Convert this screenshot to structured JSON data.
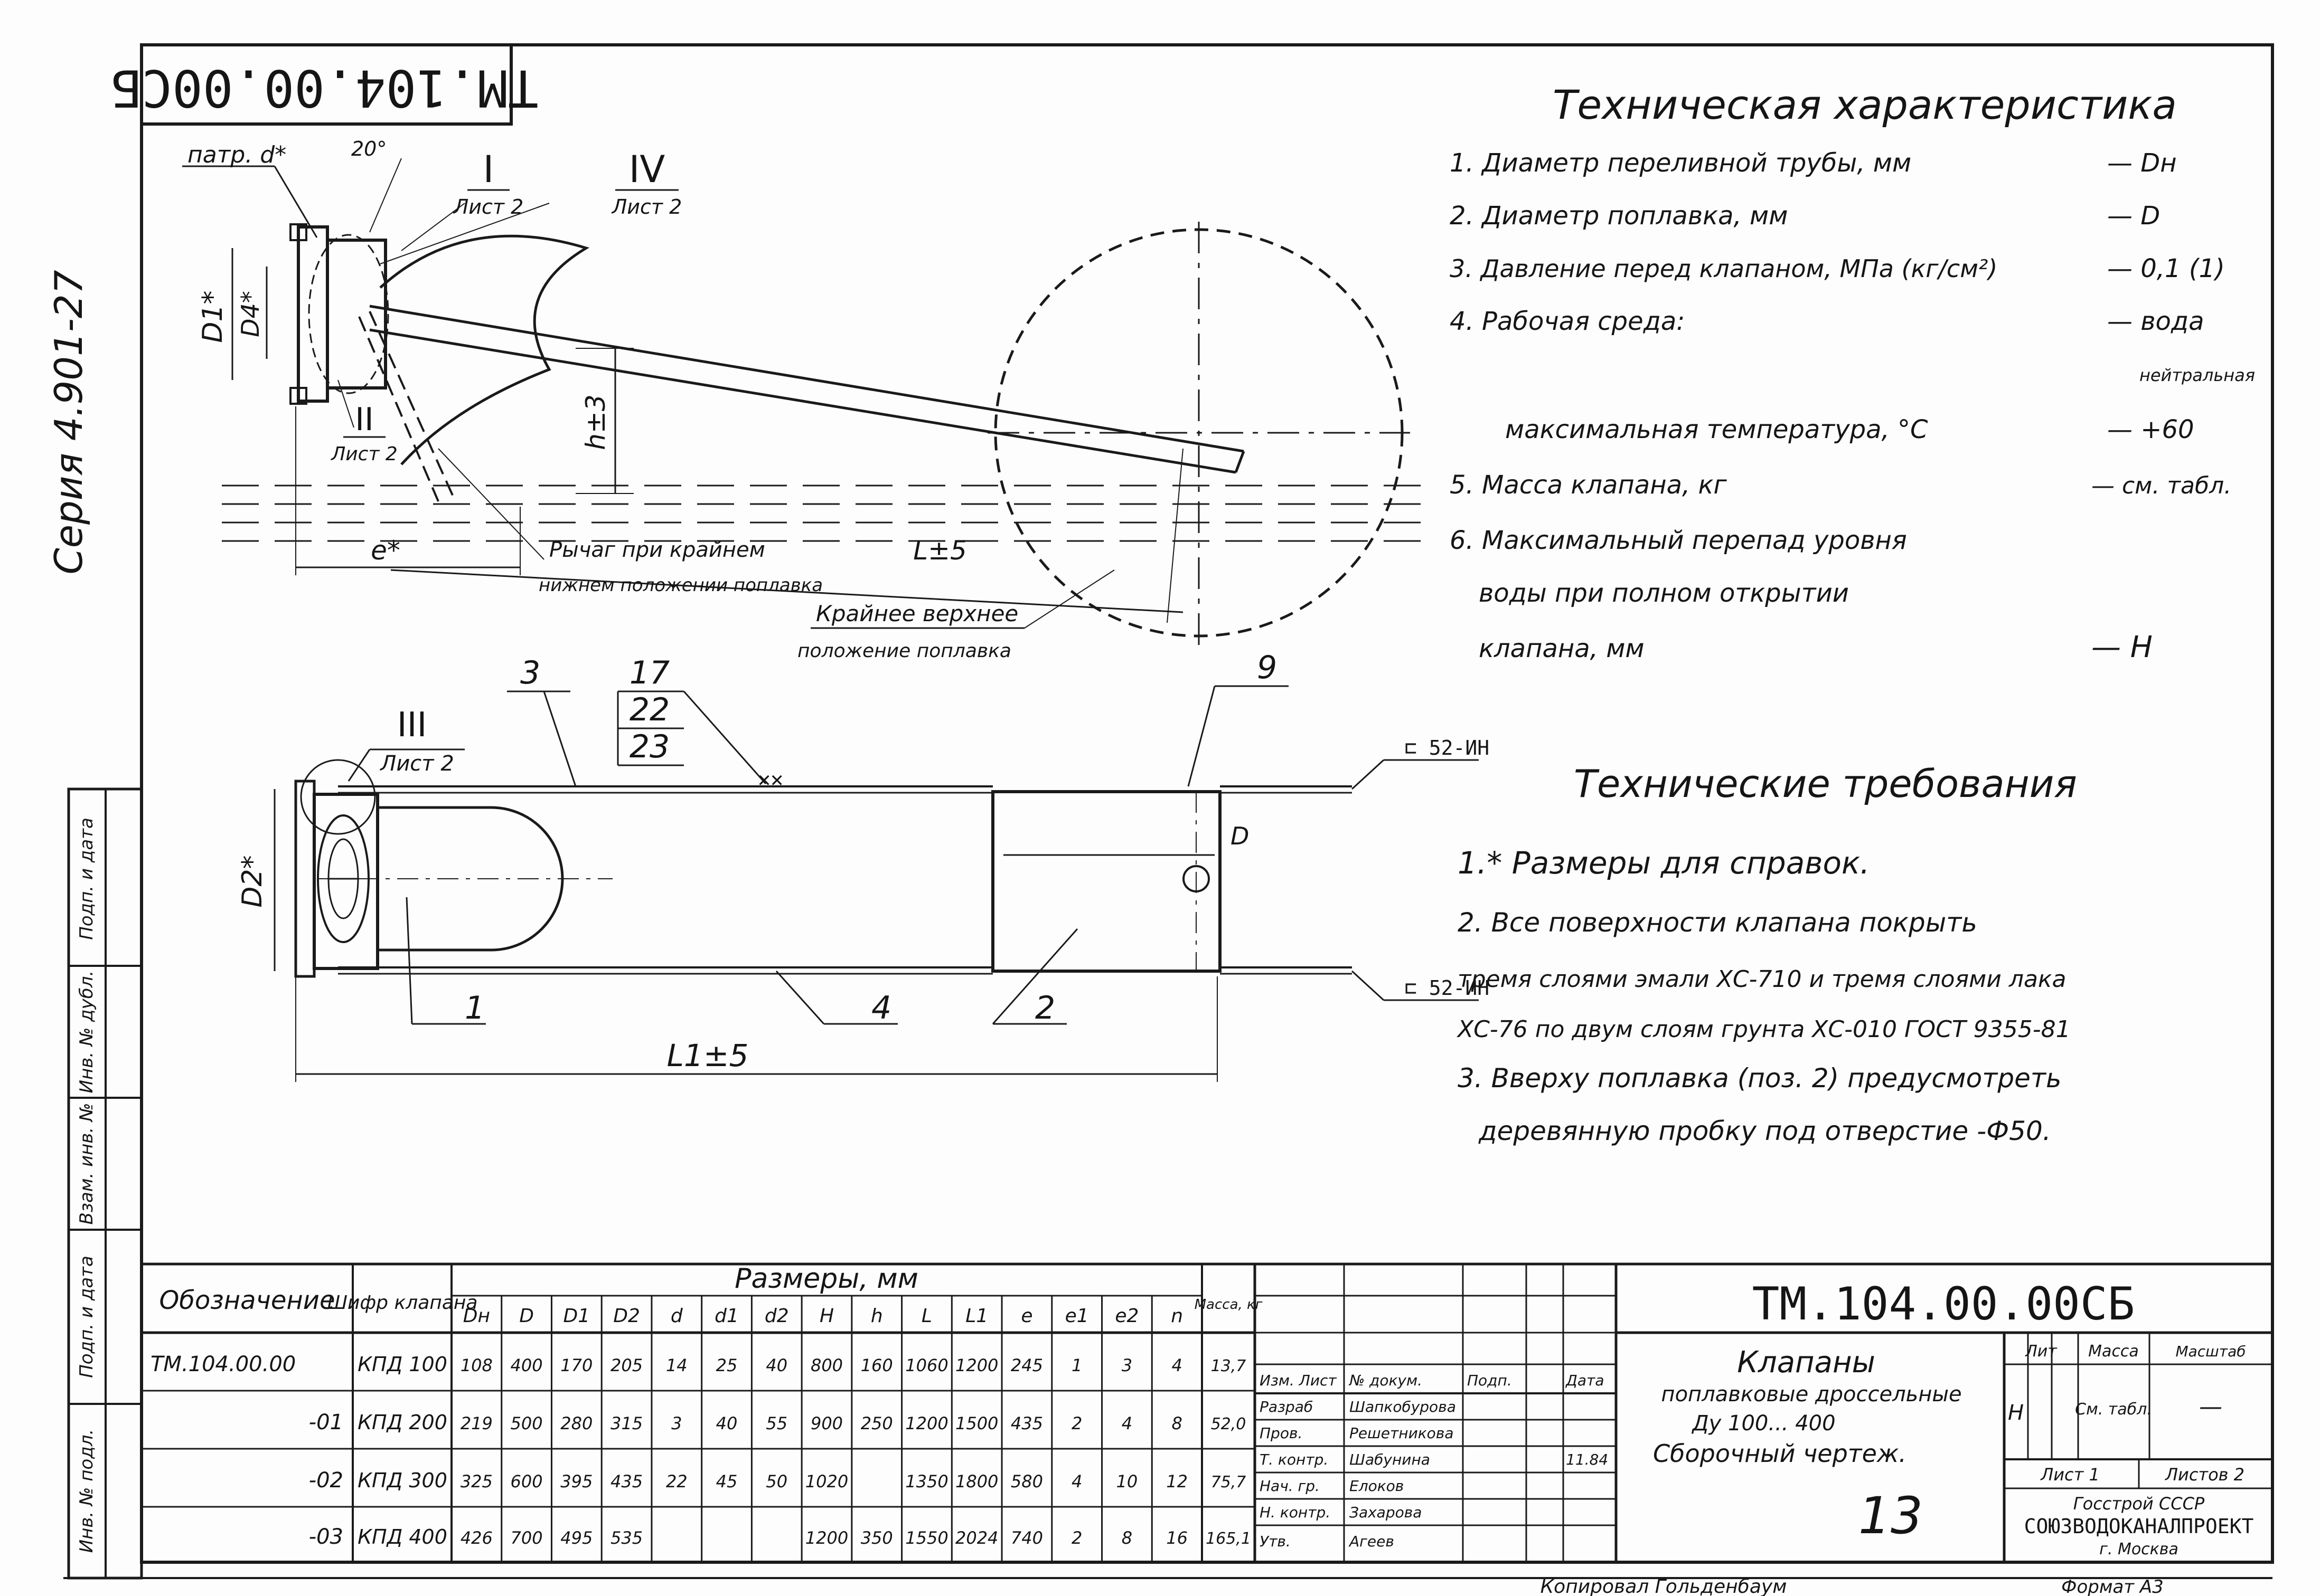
{
  "stamp_code": "ТМ.104.00.00СБ",
  "series_label": "Серия 4.901-27",
  "side_labels": [
    "Подп. и дата",
    "Инв. № дубл.",
    "Взам. инв. №",
    "Подп. и дата",
    "Инв. № подл."
  ],
  "drawing": {
    "top_labels": [
      "патр. d*",
      "20°",
      "I",
      "Лист 2",
      "IV",
      "Лист 2",
      "II",
      "Лист 2",
      "D1*",
      "D4*",
      "h±3",
      "e*",
      "L±5"
    ],
    "lever_label": "Рычаг при крайнем",
    "lever_label_2": "нижнем положении поплавка",
    "upper_label": "Крайнее верхнее",
    "upper_label_2": "положение поплавка",
    "bottom_labels": [
      "3",
      "17",
      "22",
      "23",
      "9",
      "III",
      "Лист 2",
      "D2*",
      "D",
      "1",
      "4",
      "2",
      "L1±5"
    ],
    "weld_labels": [
      "⊏ 52-ИН",
      "⊏ 52-ИН"
    ]
  },
  "tech_char": {
    "title": "Техническая характеристика",
    "items": [
      {
        "label": "1. Диаметр переливной трубы, мм",
        "value": "— Dн"
      },
      {
        "label": "2. Диаметр поплавка, мм",
        "value": "— D"
      },
      {
        "label": "3. Давление перед клапаном, МПа (кг/см²)",
        "value": "— 0,1 (1)"
      },
      {
        "label": "4. Рабочая среда:",
        "value": "— вода"
      },
      {
        "label": "",
        "value": "нейтральная"
      },
      {
        "label": "максимальная температура, °С",
        "value": "— +60"
      },
      {
        "label": "5. Масса клапана, кг",
        "value": "— см. табл."
      },
      {
        "label": "6. Максимальный перепад уровня",
        "value": ""
      },
      {
        "label": "воды при полном открытии",
        "value": ""
      },
      {
        "label": "клапана, мм",
        "value": "— H"
      }
    ]
  },
  "tech_req": {
    "title": "Технические требования",
    "items": [
      "1.* Размеры для справок.",
      "2.  Все поверхности клапана покрыть",
      "тремя слоями эмали ХС-710 и тремя слоями лака",
      "ХС-76 по двум слоям грунта ХС-010 ГОСТ 9355-81",
      "3. Вверху поплавка (поз. 2) предусмотреть",
      "деревянную пробку под отверстие -Ф50."
    ]
  },
  "table": {
    "col_designation": "Обозначение",
    "col_code": "Шифр клапана",
    "col_dims": "Размеры, мм",
    "col_mass": "Масса, кг",
    "sub_headers": [
      "Dн",
      "D",
      "D1",
      "D2",
      "d",
      "d1",
      "d2",
      "H",
      "h",
      "L",
      "L1",
      "e",
      "e1",
      "e2",
      "n"
    ],
    "rows": [
      {
        "designation": "ТМ.104.00.00",
        "code": "КПД 100",
        "Dn": "108",
        "D": "400",
        "D1": "170",
        "D2": "205",
        "d": "14",
        "d1": "25",
        "d2": "40",
        "H": "800",
        "h": "160",
        "L": "1060",
        "L1": "1200",
        "e": "245",
        "e1": "1",
        "e2": "3",
        "n": "4",
        "mass": "13,7"
      },
      {
        "designation": "-01",
        "code": "КПД 200",
        "Dn": "219",
        "D": "500",
        "D1": "280",
        "D2": "315",
        "d": "3",
        "d1": "40",
        "d2": "55",
        "H": "900",
        "h": "250",
        "L": "1200",
        "L1": "1500",
        "e": "435",
        "e1": "2",
        "e2": "4",
        "n": "8",
        "mass": "52,0"
      },
      {
        "designation": "-02",
        "code": "КПД 300",
        "Dn": "325",
        "D": "600",
        "D1": "395",
        "D2": "435",
        "d": "22",
        "d1": "45",
        "d2": "50",
        "H": "1020",
        "h": "",
        "L": "1350",
        "L1": "1800",
        "e": "580",
        "e1": "4",
        "e2": "10",
        "n": "12",
        "mass": "75,7"
      },
      {
        "designation": "-03",
        "code": "КПД 400",
        "Dn": "426",
        "D": "700",
        "D1": "495",
        "D2": "535",
        "d": "",
        "d1": "",
        "d2": "",
        "H": "1200",
        "h": "350",
        "L": "1550",
        "L1": "2024",
        "e": "740",
        "e1": "2",
        "e2": "8",
        "n": "16",
        "mass": "165,1"
      }
    ]
  },
  "title_block": {
    "code": "ТМ.104.00.00СБ",
    "name_1": "Клапаны",
    "name_2": "поплавковые дроссельные",
    "name_3": "Ду 100... 400",
    "name_4": "Сборочный чертеж.",
    "col_lit": "Лит",
    "col_mass": "Масса",
    "col_scale": "Масштаб",
    "lit_value": "Н",
    "mass_value": "См. табл.",
    "scale_value": "—",
    "sheet": "Лист 1",
    "sheets": "Листов 2",
    "org_1": "Госстрой СССР",
    "org_2": "СОЮЗВОДОКАНАЛПРОЕКТ",
    "org_3": "г. Москва",
    "sheet_number": "13",
    "signature_rows": [
      {
        "role": "Изм. Лист",
        "name": "№ докум.",
        "sign": "Подп.",
        "date": "Дата"
      },
      {
        "role": "Разраб",
        "name": "Шапкобурова",
        "sign": "",
        "date": ""
      },
      {
        "role": "Пров.",
        "name": "Решетникова",
        "sign": "",
        "date": ""
      },
      {
        "role": "Т. контр.",
        "name": "Шабунина",
        "sign": "",
        "date": "11.84"
      },
      {
        "role": "Нач. гр.",
        "name": "Елоков",
        "sign": "",
        "date": ""
      },
      {
        "role": "Н. контр.",
        "name": "Захарова",
        "sign": "",
        "date": ""
      },
      {
        "role": "Утв.",
        "name": "Агеев",
        "sign": "",
        "date": ""
      }
    ],
    "copied_by": "Копировал Гольденбаум",
    "format": "Формат А3"
  }
}
